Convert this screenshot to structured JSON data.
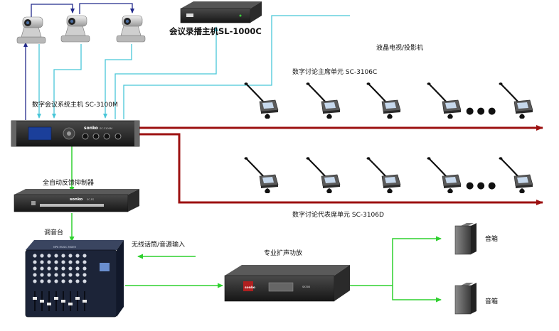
{
  "labels": {
    "recorder": "会议录播主机SL-1000C",
    "display": "液晶电视/投影机",
    "chair_unit": "数字讨论主席单元 SC-3106C",
    "host": "数字会议系统主机 SC-3100M",
    "feedback": "全自动反馈抑制器",
    "delegate_unit": "数字讨论代表席单元 SC-3106D",
    "mixer": "调音台",
    "wireless": "无线话筒/音源输入",
    "amplifier": "专业扩声功放",
    "speaker_top": "音箱",
    "speaker_bottom": "音箱"
  },
  "devices": {
    "brand": "sonko",
    "host_model": "SC-3100M",
    "feedback_model": "SC-FS",
    "amp_model": "SK300",
    "mixer_panel": "MP8 MUSIC MIXER"
  },
  "dots": "● ● ●",
  "colors": {
    "red_bus": "#9c1010",
    "green_link": "#2fd02f",
    "cyan_link": "#48c6d8",
    "navy_link": "#222a8c",
    "device_dark": "#2a2a2a"
  }
}
